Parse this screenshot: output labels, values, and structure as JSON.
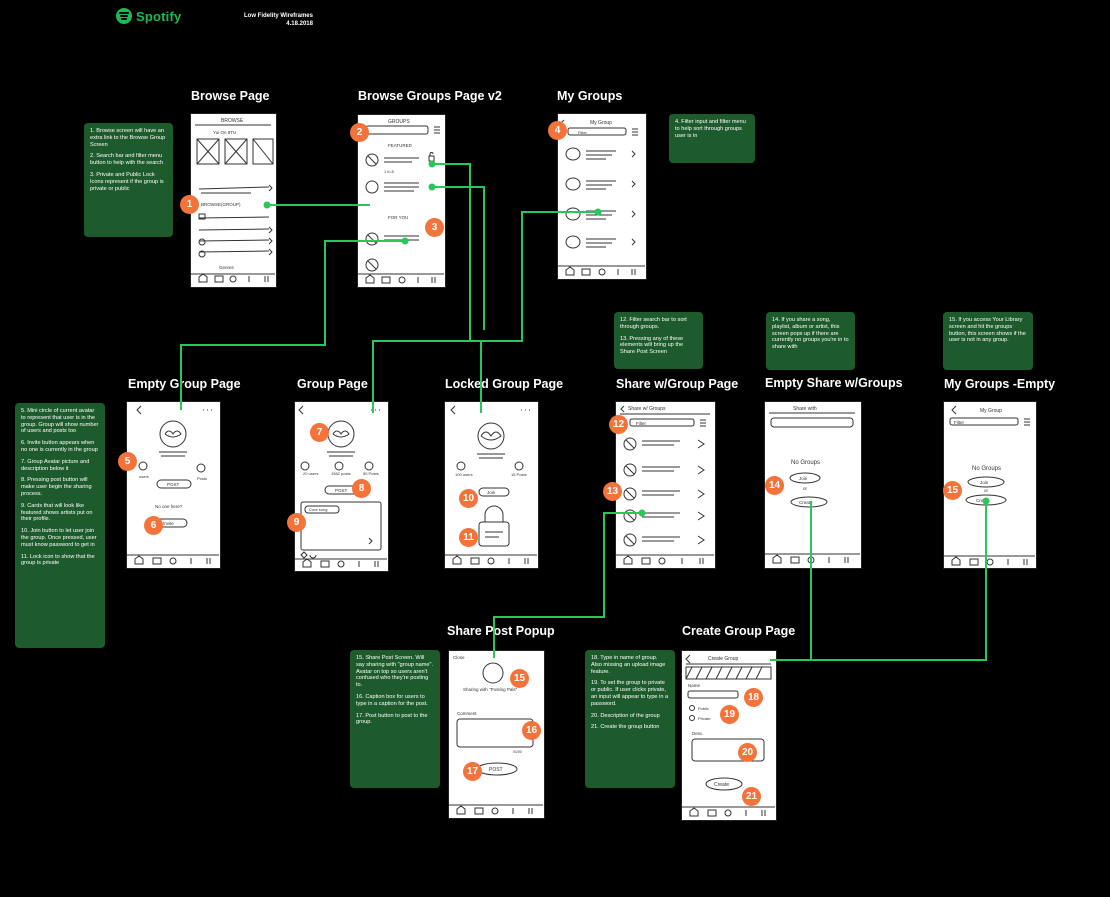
{
  "header": {
    "brand": "Spotify",
    "doc_title": "Low Fidelity Wireframes",
    "date": "4.18.2018"
  },
  "screens": {
    "browse": {
      "title": "Browse Page"
    },
    "browse_groups": {
      "title": "Browse Groups Page v2"
    },
    "my_groups": {
      "title": "My Groups"
    },
    "empty_group": {
      "title": "Empty Group Page"
    },
    "group": {
      "title": "Group Page"
    },
    "locked_group": {
      "title": "Locked Group Page"
    },
    "share_group": {
      "title": "Share w/Group Page"
    },
    "empty_share": {
      "title": "Empty Share w/Groups"
    },
    "my_groups_empty": {
      "title": "My Groups -Empty"
    },
    "share_post": {
      "title": "Share Post Popup"
    },
    "create_group": {
      "title": "Create Group Page"
    }
  },
  "notes": {
    "browse": [
      "1. Browse screen will have an extra link to the Browse Group Screen",
      "2. Search bar and filter menu button to help with the search",
      "3. Private and Public Lock Icons represent if the group is private or public"
    ],
    "my_groups": [
      "4. Filter input and filter menu to help sort through groups user is in"
    ],
    "group": [
      "5. Mini circle of current avatar to represent that user is in the group. Group will show number of users and posts too",
      "6. Invite button appears when no one is currently in the group",
      "7. Group Avatar picture and description below it",
      "8. Pressing post button will make user begin the sharing process.",
      "9. Cards that will look like featured shows artists put on their profile.",
      "10. Join button to let user join the group. Once pressed, user must know password to get in",
      "11. Lock icon to show that the group is private"
    ],
    "share": [
      "12. Filter search bar to sort through groups.",
      "13. Pressing any of these elements will bring up the Share Post Screen"
    ],
    "empty_share": [
      "14. If you share a song, playlist, album or artist, this screen pops up if there are currently no groups you're in to share with"
    ],
    "my_groups_empty": [
      "15. If you access Your Library screen and hit the groups button, this screen shows if the user is not in any group."
    ],
    "share_post": [
      "15. Share Post Screen. Will say sharing with \"group name\". Avatar on top so users aren't confused who they're posting to.",
      "16. Caption box for users to type in a caption for the post.",
      "17. Post button to post to the group."
    ],
    "create_group": [
      "18. Type in name of group. Also missing an upload image feature.",
      "19. To set the group to private or public. If user clicks private, an input will appear to type in a password.",
      "20. Description of the group",
      "21. Create the group button"
    ]
  },
  "sketch_text": {
    "browse_top": "BROWSE",
    "browse_sub": "Yui On 9TU",
    "browse_link": "BROWSE(GROUP)",
    "browse_bottom": "Genres",
    "bg_top": "GROUPS",
    "bg_featured": "FEATURED",
    "bg_for_you": "FOR YOU",
    "bg_count": "1 in 8",
    "mg_top": "My Group",
    "mg_filter": "Filter",
    "eg_user": "users",
    "eg_posts": "Posts",
    "eg_post_btn": "POST",
    "eg_no_one": "No one here?",
    "eg_invite": "Invite",
    "gp_users": "20 users",
    "gp_mid": "1982 posts",
    "gp_posts": "50 Posts",
    "gp_post_btn": "POST",
    "gp_card": "Cure song",
    "lg_users": "100 users",
    "lg_posts": "15 Posts",
    "lg_join": "Join",
    "sg_top": "Share w/ Groups",
    "sg_filter": "Filter",
    "es_top": "Share with",
    "es_no_groups": "No Groups",
    "es_join": "Join",
    "es_or": "or",
    "es_create": "Create",
    "mge_top": "My Group",
    "mge_filter": "Filter",
    "mge_no_groups": "No Groups",
    "mge_join": "Join",
    "mge_or": "or",
    "mge_create": "Create",
    "sp_close": "Close",
    "sp_sharing": "Sharing with \"Posting Pals\"",
    "sp_comment": "Comment",
    "sp_counter": "0/200",
    "sp_post": "POST",
    "cg_top": "Create Group",
    "cg_name": "Name",
    "cg_public": "Public",
    "cg_private": "Private",
    "cg_desc": "Desc.",
    "cg_create": "Create"
  },
  "badges": {
    "n1": "1",
    "n2": "2",
    "n3": "3",
    "n4": "4",
    "n5": "5",
    "n6": "6",
    "n7": "7",
    "n8": "8",
    "n9": "9",
    "n10": "10",
    "n11": "11",
    "n12": "12",
    "n13": "13",
    "n14": "14",
    "n15": "15",
    "n15b": "15",
    "n16": "16",
    "n17": "17",
    "n18": "18",
    "n19": "19",
    "n20": "20",
    "n21": "21"
  },
  "colors": {
    "background": "#000000",
    "brand_green": "#1db954",
    "note_green": "#1e5b2c",
    "badge_orange": "#f4733a",
    "connector": "#29c65c"
  }
}
